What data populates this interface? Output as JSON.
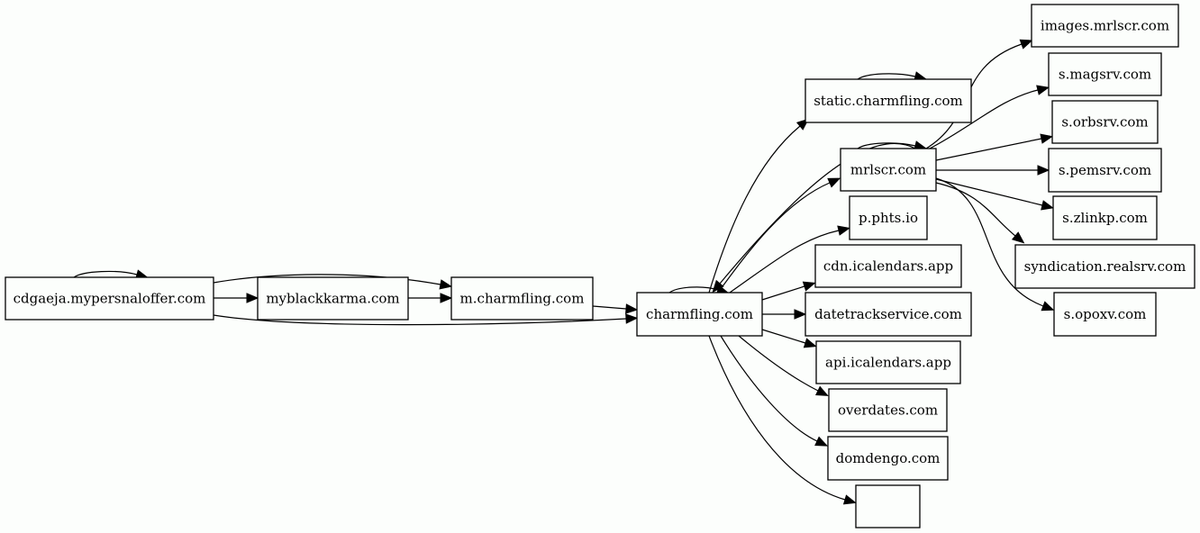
{
  "graph": {
    "nodes": [
      {
        "id": "cdgaeja",
        "label": "cdgaeja.mypersnaloffer.com"
      },
      {
        "id": "myblackkarma",
        "label": "myblackkarma.com"
      },
      {
        "id": "mcharmfling",
        "label": "m.charmfling.com"
      },
      {
        "id": "charmfling",
        "label": "charmfling.com"
      },
      {
        "id": "staticcharmfling",
        "label": "static.charmfling.com"
      },
      {
        "id": "mrlscr",
        "label": "mrlscr.com"
      },
      {
        "id": "phts",
        "label": "p.phts.io"
      },
      {
        "id": "cdnicalendars",
        "label": "cdn.icalendars.app"
      },
      {
        "id": "datetrackservice",
        "label": "datetrackservice.com"
      },
      {
        "id": "apiicalendars",
        "label": "api.icalendars.app"
      },
      {
        "id": "overdates",
        "label": "overdates.com"
      },
      {
        "id": "domdengo",
        "label": "domdengo.com"
      },
      {
        "id": "unlabeled",
        "label": ""
      },
      {
        "id": "imagesmrlscr",
        "label": "images.mrlscr.com"
      },
      {
        "id": "smagsrv",
        "label": "s.magsrv.com"
      },
      {
        "id": "sorbsrv",
        "label": "s.orbsrv.com"
      },
      {
        "id": "spemsrv",
        "label": "s.pemsrv.com"
      },
      {
        "id": "szlinkp",
        "label": "s.zlinkp.com"
      },
      {
        "id": "syndicationrealsrv",
        "label": "syndication.realsrv.com"
      },
      {
        "id": "sopoxv",
        "label": "s.opoxv.com"
      }
    ],
    "edges": [
      {
        "from": "cdgaeja",
        "to": "cdgaeja"
      },
      {
        "from": "cdgaeja",
        "to": "myblackkarma"
      },
      {
        "from": "cdgaeja",
        "to": "mcharmfling"
      },
      {
        "from": "cdgaeja",
        "to": "charmfling"
      },
      {
        "from": "myblackkarma",
        "to": "mcharmfling"
      },
      {
        "from": "mcharmfling",
        "to": "charmfling"
      },
      {
        "from": "charmfling",
        "to": "charmfling"
      },
      {
        "from": "charmfling",
        "to": "staticcharmfling"
      },
      {
        "from": "charmfling",
        "to": "mrlscr"
      },
      {
        "from": "charmfling",
        "to": "phts"
      },
      {
        "from": "charmfling",
        "to": "cdnicalendars"
      },
      {
        "from": "charmfling",
        "to": "datetrackservice"
      },
      {
        "from": "charmfling",
        "to": "apiicalendars"
      },
      {
        "from": "charmfling",
        "to": "overdates"
      },
      {
        "from": "charmfling",
        "to": "domdengo"
      },
      {
        "from": "charmfling",
        "to": "unlabeled"
      },
      {
        "from": "staticcharmfling",
        "to": "staticcharmfling"
      },
      {
        "from": "mrlscr",
        "to": "mrlscr"
      },
      {
        "from": "mrlscr",
        "to": "charmfling"
      },
      {
        "from": "mrlscr",
        "to": "imagesmrlscr"
      },
      {
        "from": "mrlscr",
        "to": "smagsrv"
      },
      {
        "from": "mrlscr",
        "to": "sorbsrv"
      },
      {
        "from": "mrlscr",
        "to": "spemsrv"
      },
      {
        "from": "mrlscr",
        "to": "szlinkp"
      },
      {
        "from": "mrlscr",
        "to": "syndicationrealsrv"
      },
      {
        "from": "mrlscr",
        "to": "sopoxv"
      }
    ]
  }
}
